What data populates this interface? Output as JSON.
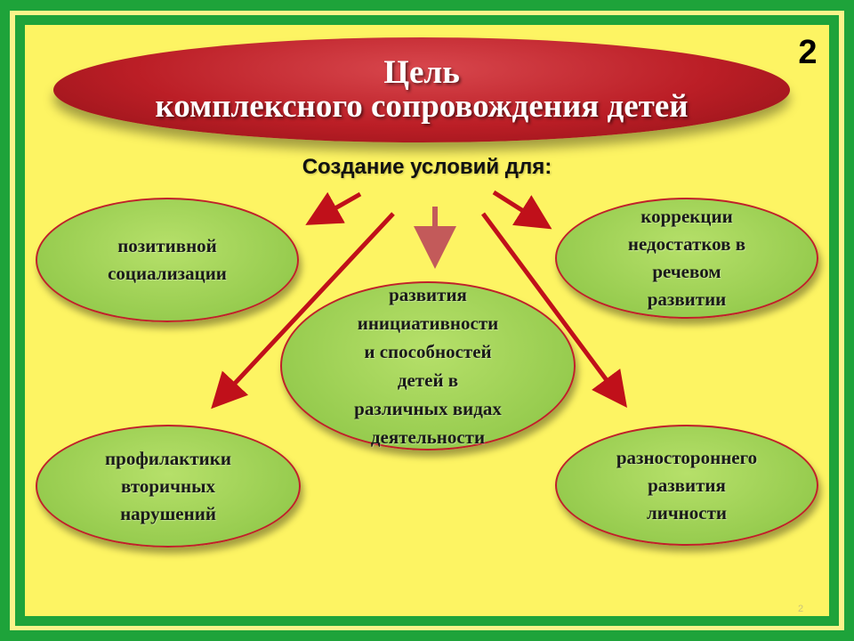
{
  "title": {
    "line1": "Цель",
    "line2": "комплексного сопровождения детей"
  },
  "slide_number_badge": "2",
  "subtitle": "Создание условий для:",
  "nodes": {
    "top_left": "позитивной\nсоциализации",
    "top_right": "коррекции\nнедостатков в\nречевом\nразвитии",
    "center": "развития\nинициативности\nи способностей\nдетей в\nразличных видах\nдеятельности",
    "bottom_left": "профилактики\nвторичных\nнарушений",
    "bottom_right": "разностороннего\nразвития\nличности"
  },
  "footer_page_number": "2",
  "colors": {
    "background_green": "#1ea33a",
    "panel_yellow": "#fdf463",
    "title_red": "#bb1e26",
    "node_green": "#97cc4f",
    "node_border": "#c0202a",
    "arrow_red": "#c0101a",
    "arrow_center": "#c35a5a"
  }
}
